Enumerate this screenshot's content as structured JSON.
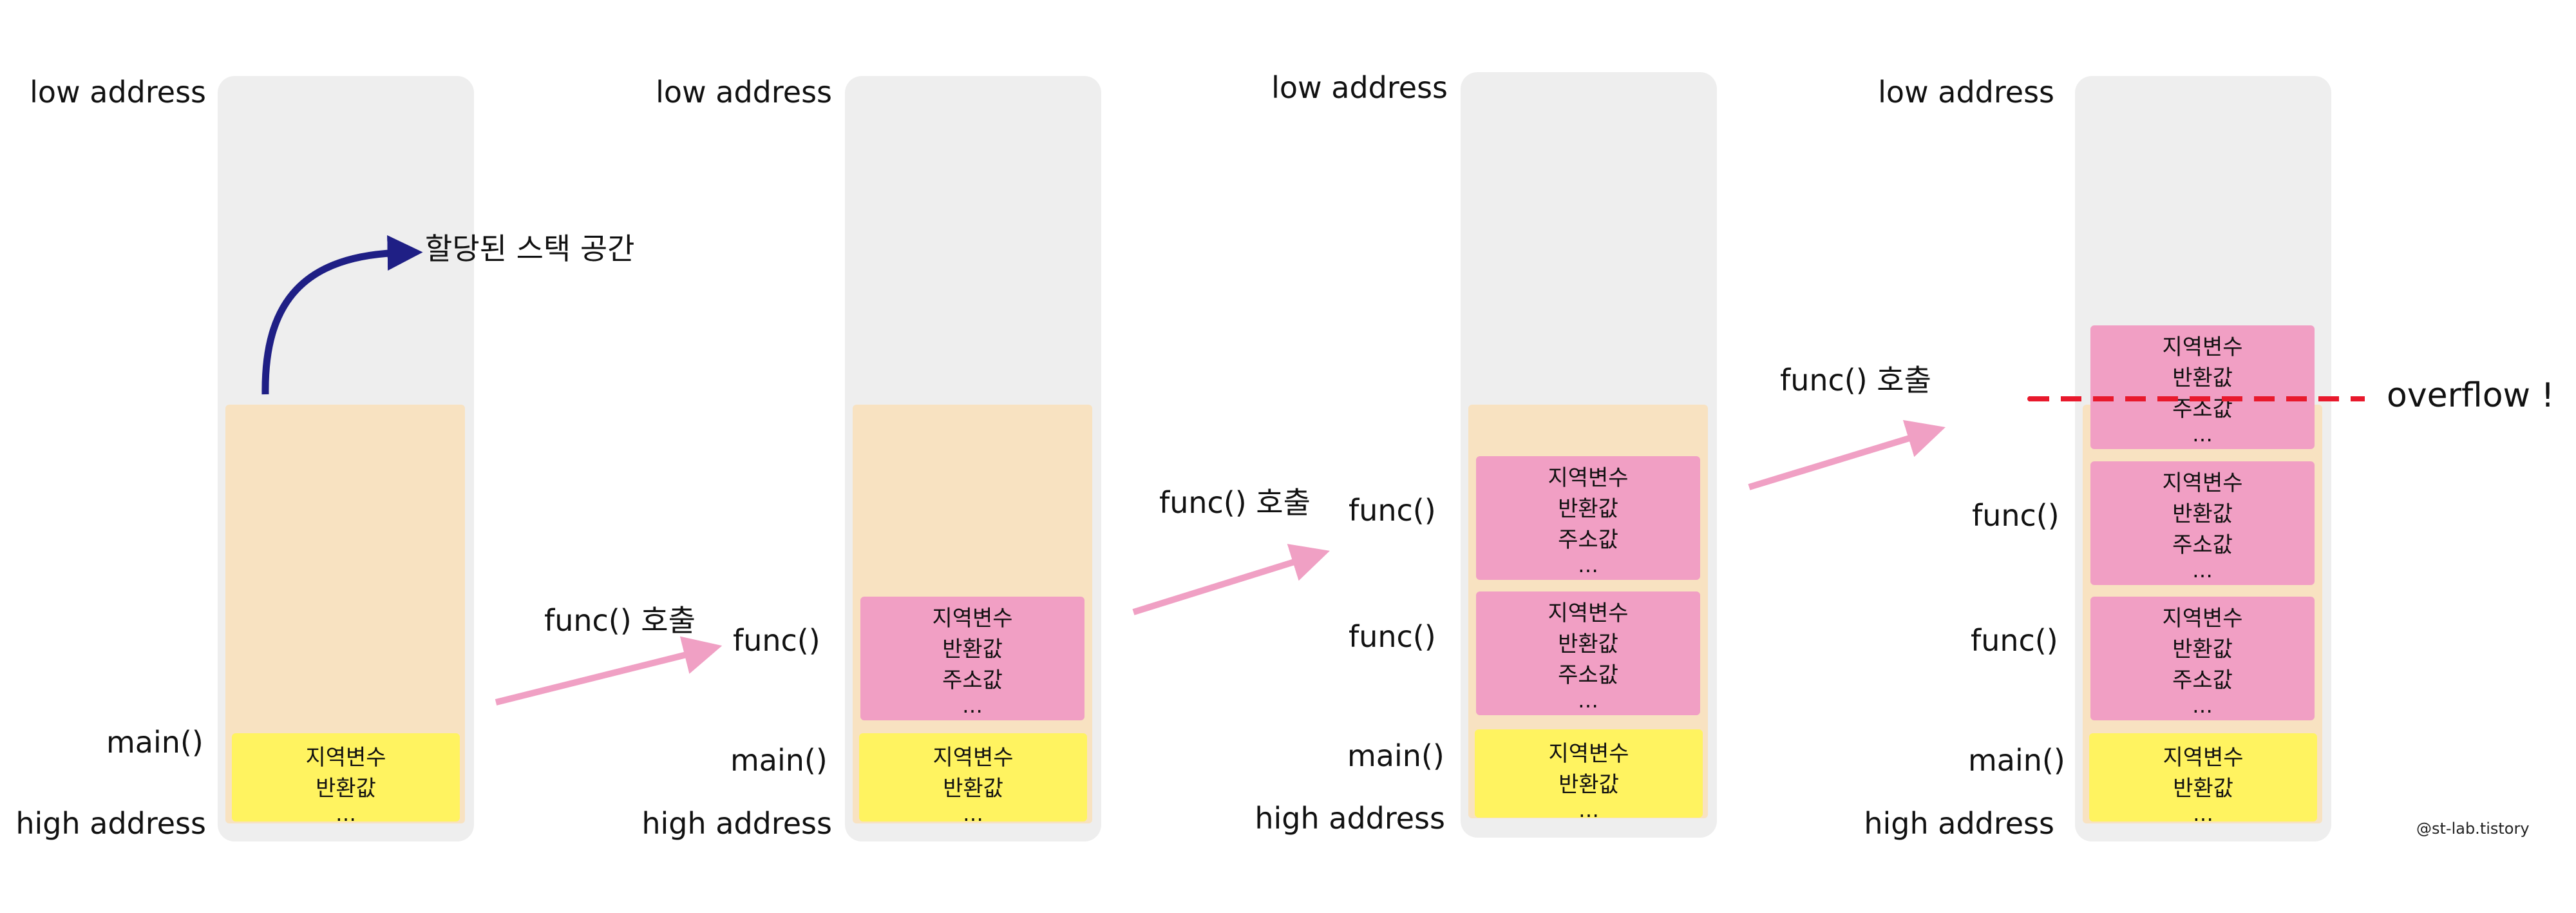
{
  "labels": {
    "low_address": "low address",
    "high_address": "high address",
    "main": "main()",
    "func": "func()",
    "func_call": "func() 호출",
    "allocated_space": "할당된 스택 공간",
    "overflow": "overflow !"
  },
  "frame_lines": [
    "지역변수",
    "반환값",
    "주소값",
    "…"
  ],
  "main_frame_lines": [
    "지역변수",
    "반환값",
    "…"
  ],
  "watermark": "@st-lab.tistory",
  "colors": {
    "stack_column": "#eeeeee",
    "allocated_region": "#f8e2c1",
    "main_frame": "#fff360",
    "func_frame": "#f19fc4",
    "allocation_arrow": "#1f1f85",
    "call_arrow": "#f0a0c4",
    "overflow_line": "#e8192c"
  }
}
